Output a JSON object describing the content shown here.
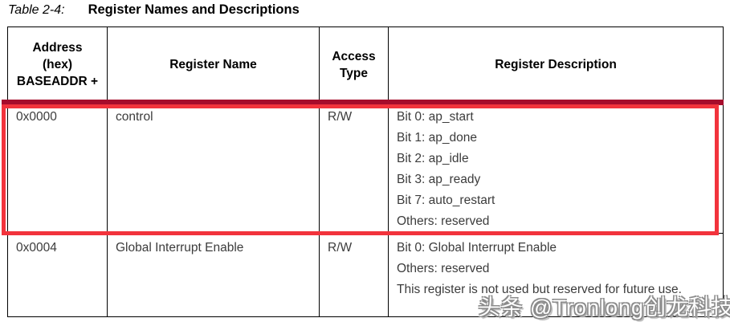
{
  "title": {
    "label": "Table 2-4:",
    "heading": "Register Names and Descriptions"
  },
  "table": {
    "headers": {
      "address": "Address\n(hex)\nBASEADDR +",
      "name": "Register Name",
      "access": "Access\nType",
      "description": "Register Description"
    },
    "rows": [
      {
        "address": "0x0000",
        "name": "control",
        "access": "R/W",
        "description": "Bit 0: ap_start\nBit 1: ap_done\nBit 2: ap_idle\nBit 3: ap_ready\nBit 7: auto_restart\nOthers: reserved"
      },
      {
        "address": "0x0004",
        "name": "Global Interrupt Enable",
        "access": "R/W",
        "description": "Bit 0: Global Interrupt Enable\nOthers: reserved\nThis register is not used but reserved for future use."
      }
    ]
  },
  "annotations": {
    "highlight_border_color": "#f2333c",
    "highlight_top_strip_color": "#a60c2c"
  },
  "watermark": {
    "text": "头条 @Tronlong创龙科技"
  }
}
